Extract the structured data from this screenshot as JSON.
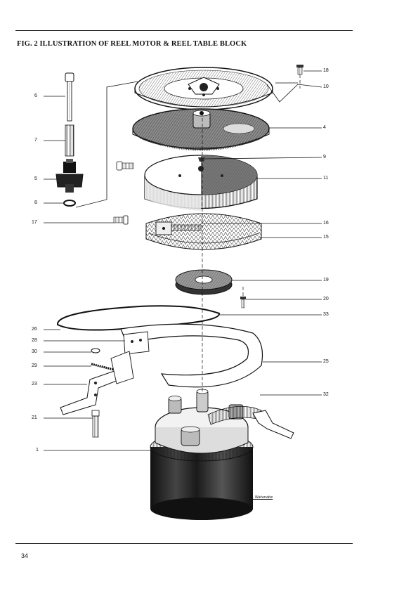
{
  "page": {
    "title": "FIG. 2  ILLUSTRATION OF REEL MOTOR & REEL TABLE BLOCK",
    "page_number": "34",
    "signature": "H. Watanabe"
  },
  "callouts": {
    "n1": "1",
    "n4": "4",
    "n5": "5",
    "n6": "6",
    "n7": "7",
    "n8": "8",
    "n9": "9",
    "n10": "10",
    "n11": "11",
    "n15": "15",
    "n16": "16",
    "n17": "17",
    "n18": "18",
    "n19": "19",
    "n20": "20",
    "n21": "21",
    "n23": "23",
    "n25": "25",
    "n26": "26",
    "n28": "28",
    "n29": "29",
    "n30": "30",
    "n32": "32",
    "n33": "33"
  }
}
